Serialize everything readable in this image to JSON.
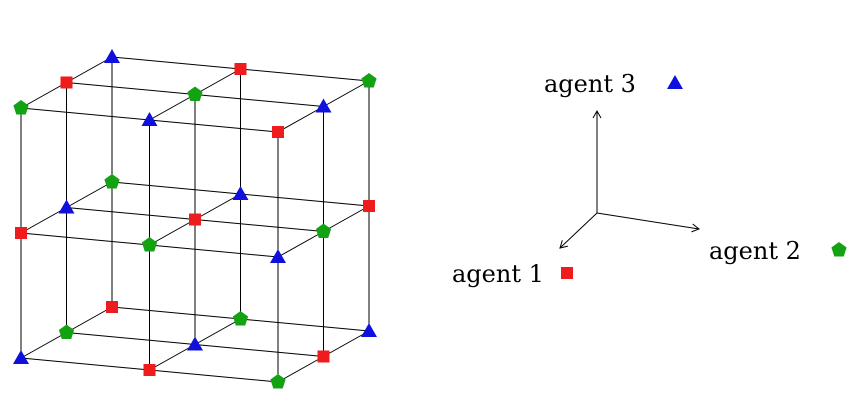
{
  "agents": {
    "agent1": {
      "label": "agent 1",
      "color": "#ee1c1c",
      "marker": "square"
    },
    "agent2": {
      "label": "agent 2",
      "color": "#12a212",
      "marker": "pentagon"
    },
    "agent3": {
      "label": "agent 3",
      "color": "#1010dd",
      "marker": "triangle"
    }
  },
  "grid": {
    "size": 3,
    "node_marker_rule": "agent index = (i + j + k) mod 3, where i runs along agent 1 axis, j along agent 2 axis, k along agent 3 axis"
  }
}
